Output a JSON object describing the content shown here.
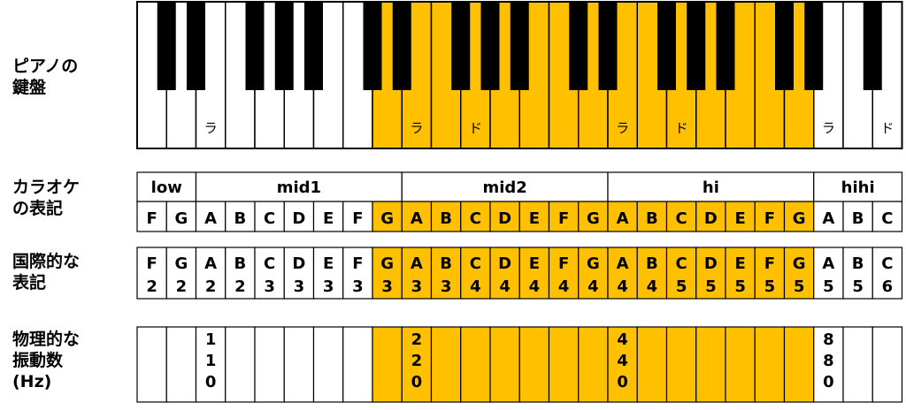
{
  "row_labels": {
    "keyboard": "ピアノの\n鍵盤",
    "karaoke": "カラオケ\nの表記",
    "international": "国際的な\n表記",
    "frequency": "物理的な\n振動数\n(Hz)"
  },
  "colors": {
    "highlight": "#FFC000",
    "white": "#FFFFFF",
    "black": "#000000"
  },
  "keys": [
    {
      "note": "F",
      "octave": "2",
      "highlight": false,
      "kana": "",
      "freq": ""
    },
    {
      "note": "G",
      "octave": "2",
      "highlight": false,
      "kana": "",
      "freq": ""
    },
    {
      "note": "A",
      "octave": "2",
      "highlight": false,
      "kana": "ラ",
      "freq": "110"
    },
    {
      "note": "B",
      "octave": "2",
      "highlight": false,
      "kana": "",
      "freq": ""
    },
    {
      "note": "C",
      "octave": "3",
      "highlight": false,
      "kana": "",
      "freq": ""
    },
    {
      "note": "D",
      "octave": "3",
      "highlight": false,
      "kana": "",
      "freq": ""
    },
    {
      "note": "E",
      "octave": "3",
      "highlight": false,
      "kana": "",
      "freq": ""
    },
    {
      "note": "F",
      "octave": "3",
      "highlight": false,
      "kana": "",
      "freq": ""
    },
    {
      "note": "G",
      "octave": "3",
      "highlight": true,
      "kana": "",
      "freq": ""
    },
    {
      "note": "A",
      "octave": "3",
      "highlight": true,
      "kana": "ラ",
      "freq": "220"
    },
    {
      "note": "B",
      "octave": "3",
      "highlight": true,
      "kana": "",
      "freq": ""
    },
    {
      "note": "C",
      "octave": "4",
      "highlight": true,
      "kana": "ド",
      "freq": ""
    },
    {
      "note": "D",
      "octave": "4",
      "highlight": true,
      "kana": "",
      "freq": ""
    },
    {
      "note": "E",
      "octave": "4",
      "highlight": true,
      "kana": "",
      "freq": ""
    },
    {
      "note": "F",
      "octave": "4",
      "highlight": true,
      "kana": "",
      "freq": ""
    },
    {
      "note": "G",
      "octave": "4",
      "highlight": true,
      "kana": "",
      "freq": ""
    },
    {
      "note": "A",
      "octave": "4",
      "highlight": true,
      "kana": "ラ",
      "freq": "440"
    },
    {
      "note": "B",
      "octave": "4",
      "highlight": true,
      "kana": "",
      "freq": ""
    },
    {
      "note": "C",
      "octave": "5",
      "highlight": true,
      "kana": "ド",
      "freq": ""
    },
    {
      "note": "D",
      "octave": "5",
      "highlight": true,
      "kana": "",
      "freq": ""
    },
    {
      "note": "E",
      "octave": "5",
      "highlight": true,
      "kana": "",
      "freq": ""
    },
    {
      "note": "F",
      "octave": "5",
      "highlight": true,
      "kana": "",
      "freq": ""
    },
    {
      "note": "G",
      "octave": "5",
      "highlight": true,
      "kana": "",
      "freq": ""
    },
    {
      "note": "A",
      "octave": "5",
      "highlight": false,
      "kana": "ラ",
      "freq": "880"
    },
    {
      "note": "B",
      "octave": "5",
      "highlight": false,
      "kana": "",
      "freq": ""
    },
    {
      "note": "C",
      "octave": "6",
      "highlight": false,
      "kana": "ド",
      "freq": ""
    }
  ],
  "ranges": [
    {
      "name": "low",
      "start": 0,
      "end": 1
    },
    {
      "name": "mid1",
      "start": 2,
      "end": 8
    },
    {
      "name": "mid2",
      "start": 9,
      "end": 15
    },
    {
      "name": "hi",
      "start": 16,
      "end": 22
    },
    {
      "name": "hihi",
      "start": 23,
      "end": 25
    }
  ],
  "black_keys_after": [
    0,
    1,
    3,
    4,
    5,
    7,
    8,
    10,
    11,
    12,
    14,
    15,
    17,
    18,
    19,
    21,
    22,
    24
  ]
}
